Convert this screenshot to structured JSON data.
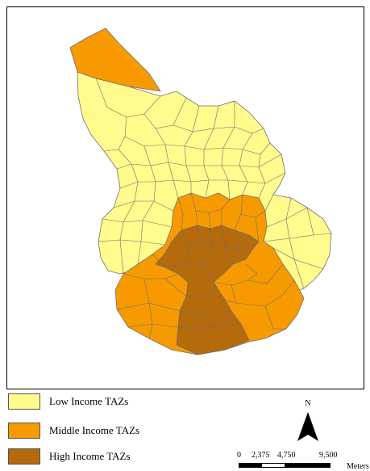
{
  "colors": {
    "low": "#fffb8c",
    "middle": "#f79a00",
    "high": "#b56a0b",
    "boundary": "#6f6f6f"
  },
  "legend": [
    {
      "label": "Low Income TAZs",
      "color": "#fffb8c"
    },
    {
      "label": "Middle Income TAZs",
      "color": "#f79a00"
    },
    {
      "label": "High Income TAZs",
      "color": "#b56a0b"
    }
  ],
  "north_arrow": {
    "label": "N"
  },
  "scale_bar": {
    "ticks": [
      "0",
      "2,375",
      "4,750",
      "9,500"
    ],
    "units": "Meters"
  }
}
